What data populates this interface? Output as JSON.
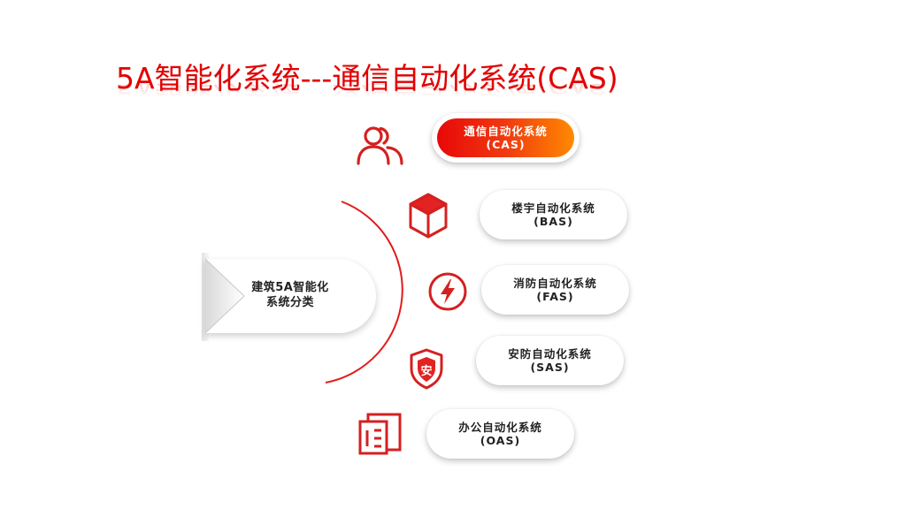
{
  "title": "5A智能化系统---通信自动化系统(CAS)",
  "center": {
    "label": "建筑5A智能化系统分类"
  },
  "items": [
    {
      "label": "通信自动化系统(CAS)",
      "icon": "people-icon",
      "active": true
    },
    {
      "label": "楼宇自动化系统(BAS)",
      "icon": "cube-icon",
      "active": false
    },
    {
      "label": "消防自动化系统(FAS)",
      "icon": "lightning-icon",
      "active": false
    },
    {
      "label": "安防自动化系统(SAS)",
      "icon": "shield-icon",
      "active": false
    },
    {
      "label": "办公自动化系统(OAS)",
      "icon": "document-icon",
      "active": false
    }
  ],
  "colors": {
    "accent": "#e30000",
    "gradient_end": "#ff8a00",
    "icon": "#d42020"
  }
}
